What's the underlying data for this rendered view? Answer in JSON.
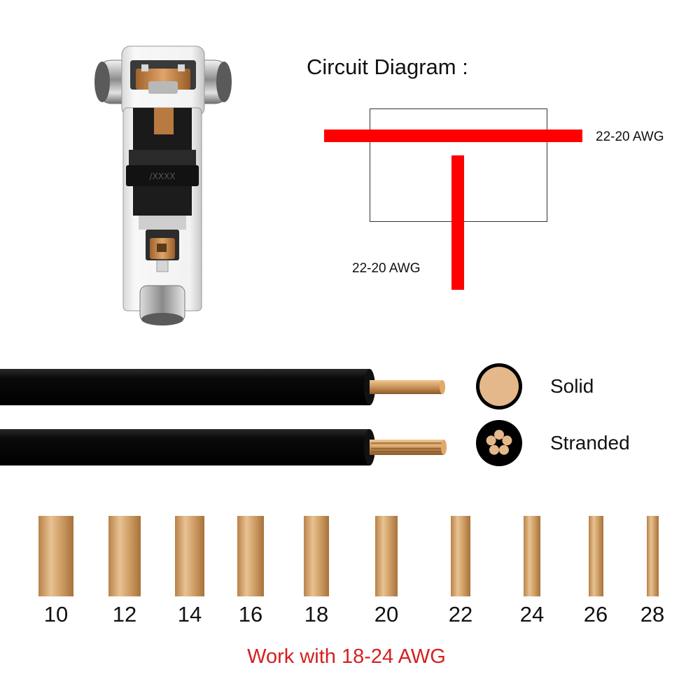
{
  "circuit": {
    "title": "Circuit Diagram :",
    "main_wire_label": "22-20 AWG",
    "branch_wire_label": "22-20 AWG",
    "wire_color": "#ff0000"
  },
  "wire_types": [
    {
      "label": "Solid",
      "icon": "solid-core-cross-section-icon"
    },
    {
      "label": "Stranded",
      "icon": "stranded-core-cross-section-icon"
    }
  ],
  "gauges": [
    {
      "label": "10"
    },
    {
      "label": "12"
    },
    {
      "label": "14"
    },
    {
      "label": "16"
    },
    {
      "label": "18"
    },
    {
      "label": "20"
    },
    {
      "label": "22"
    },
    {
      "label": "24"
    },
    {
      "label": "26"
    },
    {
      "label": "28"
    }
  ],
  "footer": {
    "note": "Work with 18-24 AWG",
    "color": "#d42020"
  },
  "colors": {
    "copper": "#c8955a",
    "insulation": "#0b0b0b"
  }
}
